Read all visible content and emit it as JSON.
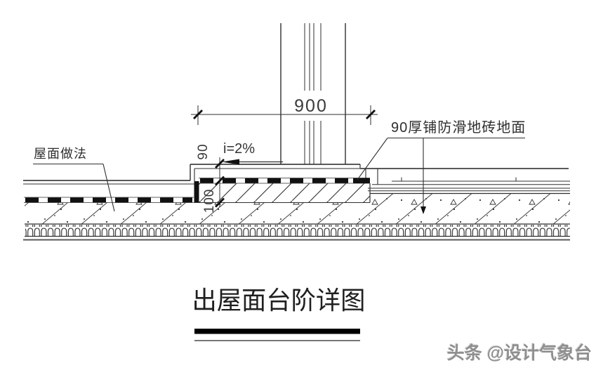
{
  "drawing": {
    "title": "出屋面台阶详图",
    "labels": {
      "roof_method": "屋面做法",
      "tile_floor": "90厚铺防滑地砖地面",
      "slope": "i=2%"
    },
    "dimensions": {
      "opening_width": "900",
      "tile_thickness": "90",
      "step_height": "100"
    },
    "watermark": "头条 @设计气象台",
    "line_color": "#2f2f2f",
    "thick_line_color": "#5a5a5a"
  }
}
